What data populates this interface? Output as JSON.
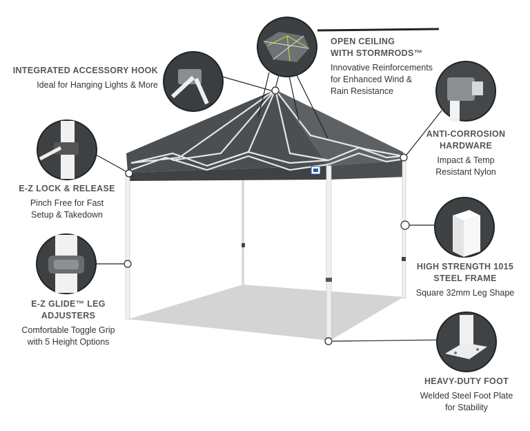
{
  "features": {
    "hook": {
      "title": "INTEGRATED ACCESSORY HOOK",
      "desc": "Ideal for Hanging Lights & More"
    },
    "ceiling": {
      "title1": "OPEN CEILING",
      "title2": "WITH STORMRODS™",
      "desc1": "Innovative Reinforcements",
      "desc2": "for Enhanced Wind &",
      "desc3": "Rain Resistance"
    },
    "corrosion": {
      "title1": "ANTI-CORROSION",
      "title2": "HARDWARE",
      "desc1": "Impact & Temp",
      "desc2": "Resistant Nylon"
    },
    "lock": {
      "title": "E-Z LOCK & RELEASE",
      "desc1": "Pinch Free for Fast",
      "desc2": "Setup & Takedown"
    },
    "steel": {
      "title1": "HIGH STRENGTH 1015",
      "title2": "STEEL FRAME",
      "desc": "Square 32mm Leg Shape"
    },
    "glide": {
      "title1": "E-Z GLIDE™ LEG",
      "title2": "ADJUSTERS",
      "desc1": "Comfortable Toggle Grip",
      "desc2": "with 5 Height Options"
    },
    "foot": {
      "title": "HEAVY-DUTY FOOT",
      "desc1": "Welded Steel Foot Plate",
      "desc2": "for Stability"
    }
  },
  "colors": {
    "canopy": "#55595c",
    "frame": "#e8e8e8",
    "floor": "#d6d6d6",
    "circle_bg": "#3f4245",
    "text_title": "#555555"
  }
}
